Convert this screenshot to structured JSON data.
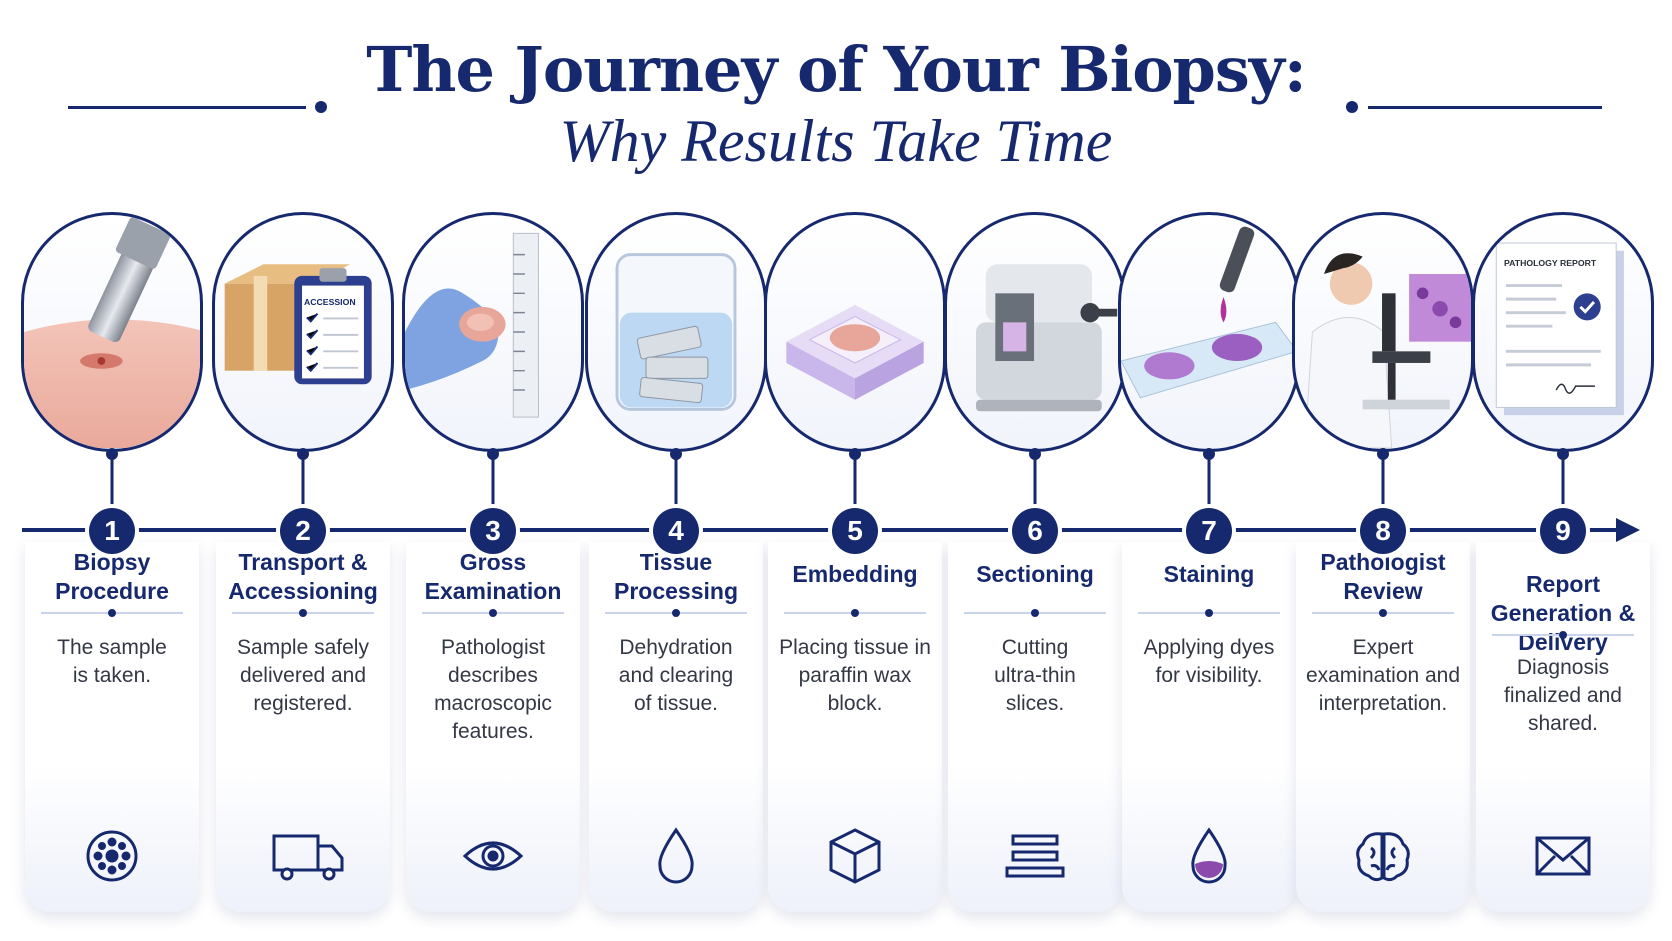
{
  "header": {
    "title": "The Journey of Your Biopsy:",
    "subtitle": "Why Results Take Time"
  },
  "colors": {
    "navy": "#16296e",
    "lavender": "#c9b6ea",
    "tissue": "#e8a59a"
  },
  "steps": [
    {
      "number": "1",
      "title_line1": "Biopsy",
      "title_line2": "Procedure",
      "title_line3": "",
      "desc_line1": "The sample",
      "desc_line2": "is taken.",
      "desc_line3": "",
      "desc_line4": "",
      "icon": "cell-icon"
    },
    {
      "number": "2",
      "title_line1": "Transport &",
      "title_line2": "Accessioning",
      "title_line3": "",
      "desc_line1": "Sample safely",
      "desc_line2": "delivered and",
      "desc_line3": "registered.",
      "desc_line4": "",
      "icon": "truck-icon",
      "label": "ACCESSION"
    },
    {
      "number": "3",
      "title_line1": "Gross",
      "title_line2": "Examination",
      "title_line3": "",
      "desc_line1": "Pathologist",
      "desc_line2": "describes",
      "desc_line3": "macroscopic",
      "desc_line4": "features.",
      "icon": "eye-icon"
    },
    {
      "number": "4",
      "title_line1": "Tissue",
      "title_line2": "Processing",
      "title_line3": "",
      "desc_line1": "Dehydration",
      "desc_line2": "and clearing",
      "desc_line3": "of tissue.",
      "desc_line4": "",
      "icon": "drop-icon"
    },
    {
      "number": "5",
      "title_line1": "Embedding",
      "title_line2": "",
      "title_line3": "",
      "desc_line1": "Placing tissue in",
      "desc_line2": "paraffin wax",
      "desc_line3": "block.",
      "desc_line4": "",
      "icon": "cube-icon"
    },
    {
      "number": "6",
      "title_line1": "Sectioning",
      "title_line2": "",
      "title_line3": "",
      "desc_line1": "Cutting",
      "desc_line2": "ultra-thin",
      "desc_line3": "slices.",
      "desc_line4": "",
      "icon": "slices-icon"
    },
    {
      "number": "7",
      "title_line1": "Staining",
      "title_line2": "",
      "title_line3": "",
      "desc_line1": "Applying dyes",
      "desc_line2": "for visibility.",
      "desc_line3": "",
      "desc_line4": "",
      "icon": "dye-drop-icon"
    },
    {
      "number": "8",
      "title_line1": "Pathologist",
      "title_line2": "Review",
      "title_line3": "",
      "desc_line1": "Expert",
      "desc_line2": "examination and",
      "desc_line3": "interpretation.",
      "desc_line4": "",
      "icon": "brain-icon"
    },
    {
      "number": "9",
      "title_line1": "Report",
      "title_line2": "Generation &",
      "title_line3": "Delivery",
      "desc_line1": "Diagnosis",
      "desc_line2": "finalized and",
      "desc_line3": "shared.",
      "desc_line4": "",
      "icon": "envelope-icon",
      "label": "PATHOLOGY REPORT"
    }
  ]
}
